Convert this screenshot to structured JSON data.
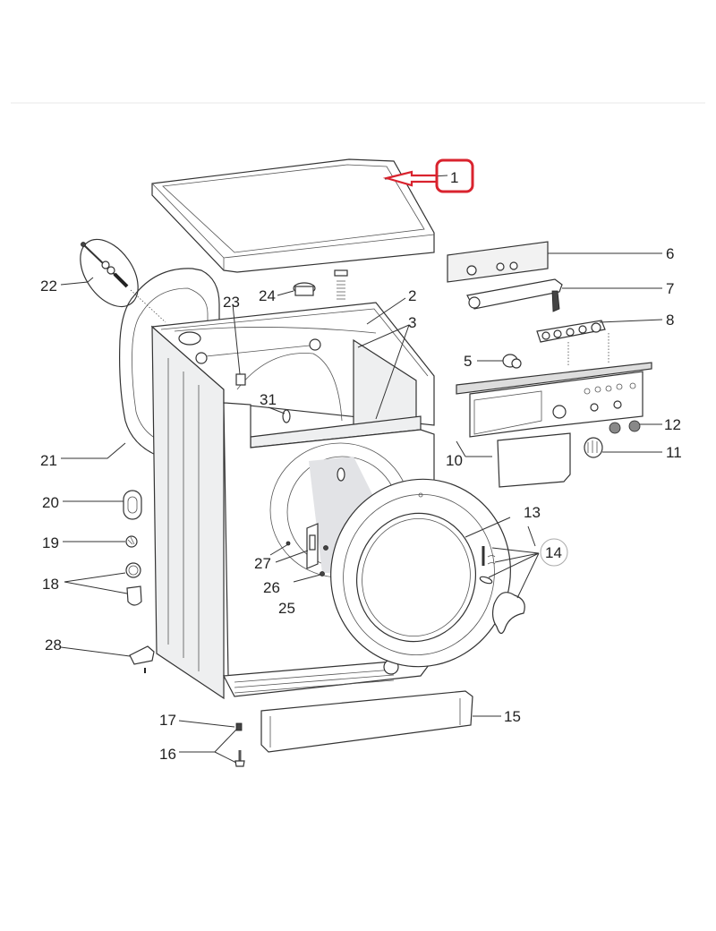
{
  "diagram": {
    "title": "Washing machine exploded parts diagram",
    "highlight_color": "#d9232e",
    "highlighted_part": "1",
    "callouts": [
      {
        "id": "1",
        "label": "1",
        "part": "top-cover"
      },
      {
        "id": "2",
        "label": "2",
        "part": "cabinet"
      },
      {
        "id": "3",
        "label": "3",
        "part": "front-top-panel"
      },
      {
        "id": "5",
        "label": "5",
        "part": "valve"
      },
      {
        "id": "6",
        "label": "6",
        "part": "control-panel-back"
      },
      {
        "id": "7",
        "label": "7",
        "part": "electronic-board"
      },
      {
        "id": "8",
        "label": "8",
        "part": "button-set"
      },
      {
        "id": "10",
        "label": "10",
        "part": "detergent-drawer-panel"
      },
      {
        "id": "11",
        "label": "11",
        "part": "programme-knob"
      },
      {
        "id": "12",
        "label": "12",
        "part": "small-knob"
      },
      {
        "id": "13",
        "label": "13",
        "part": "door"
      },
      {
        "id": "14",
        "label": "14",
        "part": "door-hinge-handle-kit"
      },
      {
        "id": "15",
        "label": "15",
        "part": "plinth"
      },
      {
        "id": "16",
        "label": "16",
        "part": "foot"
      },
      {
        "id": "17",
        "label": "17",
        "part": "foot-nut"
      },
      {
        "id": "18",
        "label": "18",
        "part": "hose-clamps"
      },
      {
        "id": "19",
        "label": "19",
        "part": "cable-clip"
      },
      {
        "id": "20",
        "label": "20",
        "part": "service-cover"
      },
      {
        "id": "21",
        "label": "21",
        "part": "back-panel"
      },
      {
        "id": "22",
        "label": "22",
        "part": "transit-bolt-kit"
      },
      {
        "id": "23",
        "label": "23",
        "part": "bracket"
      },
      {
        "id": "24",
        "label": "24",
        "part": "clamp"
      },
      {
        "id": "25",
        "label": "25",
        "part": "screw"
      },
      {
        "id": "26",
        "label": "26",
        "part": "door-interlock"
      },
      {
        "id": "27",
        "label": "27",
        "part": "screw"
      },
      {
        "id": "28",
        "label": "28",
        "part": "filter-housing"
      },
      {
        "id": "31",
        "label": "31",
        "part": "plug"
      }
    ]
  }
}
